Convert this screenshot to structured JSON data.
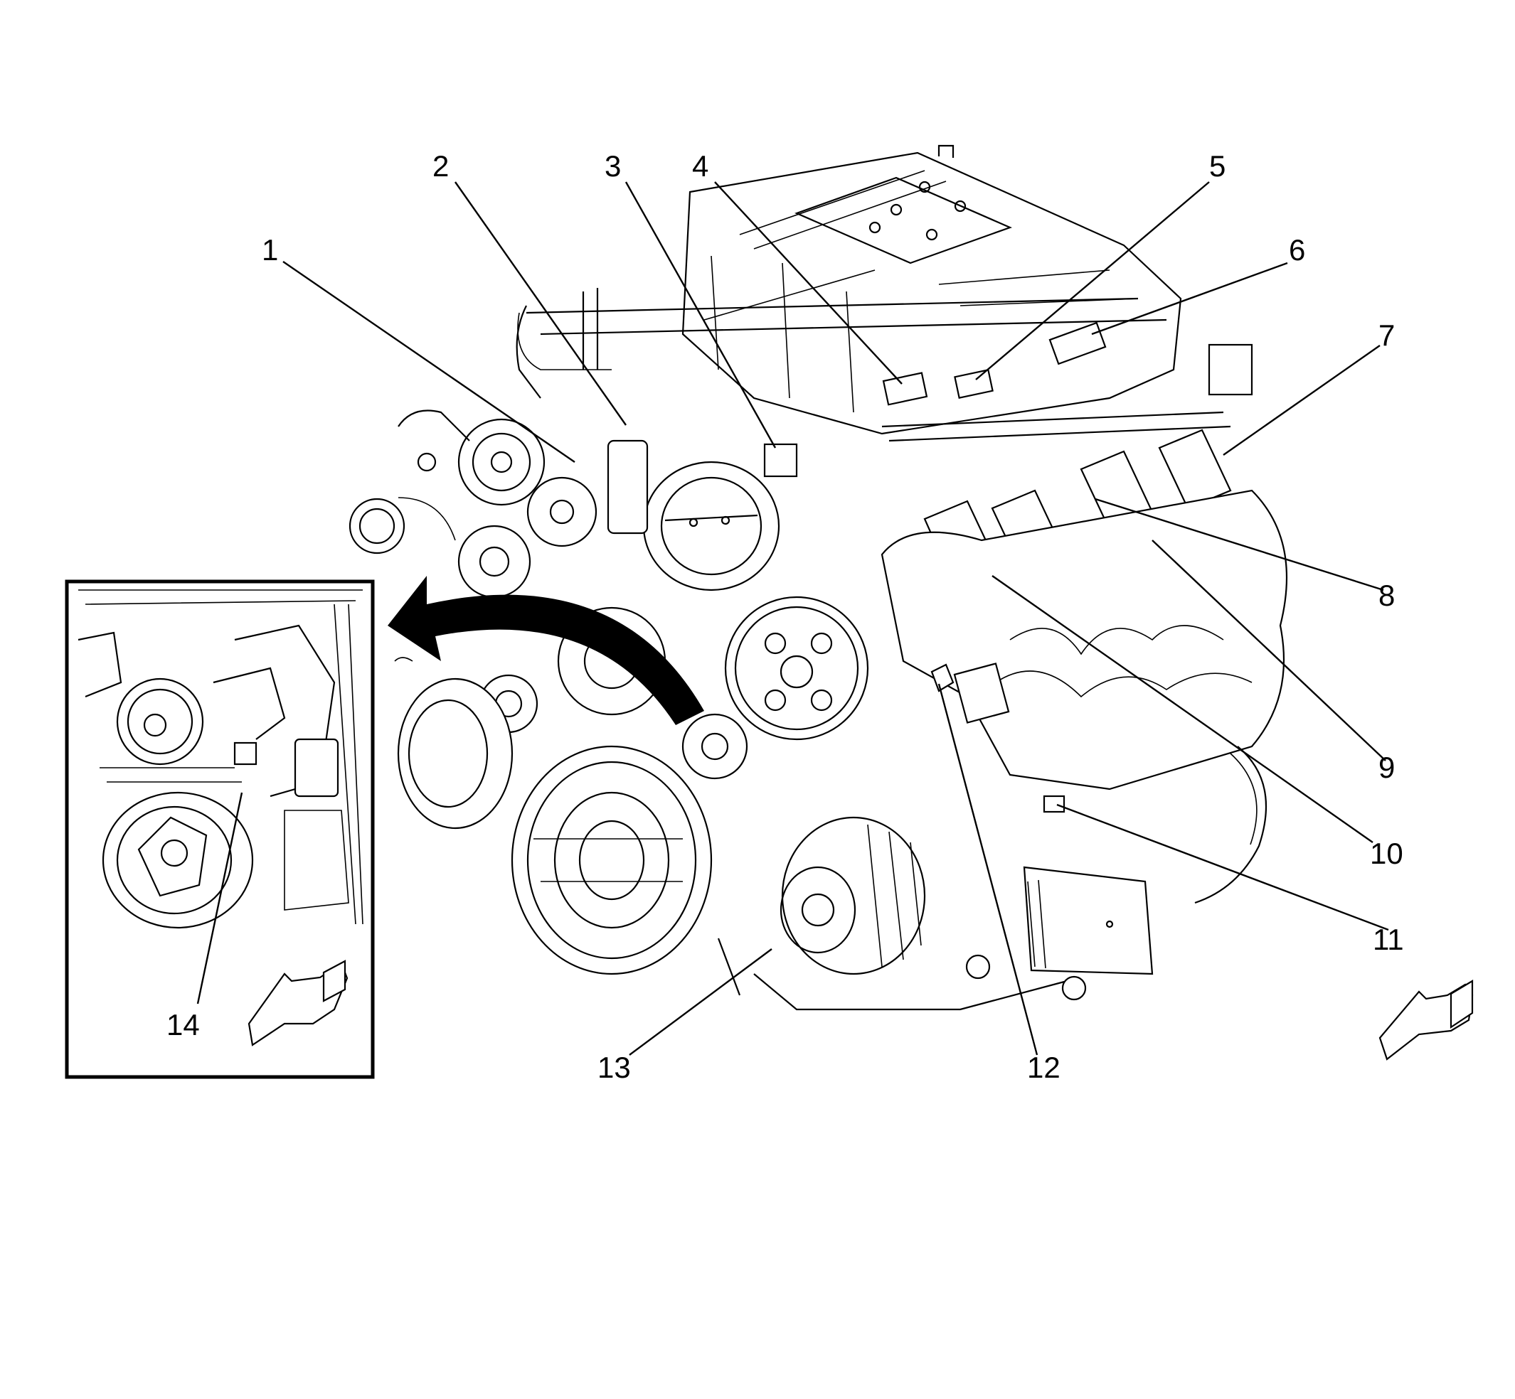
{
  "callouts": [
    {
      "id": 1,
      "label": "1"
    },
    {
      "id": 2,
      "label": "2"
    },
    {
      "id": 3,
      "label": "3"
    },
    {
      "id": 4,
      "label": "4"
    },
    {
      "id": 5,
      "label": "5"
    },
    {
      "id": 6,
      "label": "6"
    },
    {
      "id": 7,
      "label": "7"
    },
    {
      "id": 8,
      "label": "8"
    },
    {
      "id": 9,
      "label": "9"
    },
    {
      "id": 10,
      "label": "10"
    },
    {
      "id": 11,
      "label": "11"
    },
    {
      "id": 12,
      "label": "12"
    },
    {
      "id": 13,
      "label": "13"
    },
    {
      "id": 14,
      "label": "14"
    }
  ],
  "colors": {
    "line": "#000000",
    "background": "#ffffff"
  }
}
